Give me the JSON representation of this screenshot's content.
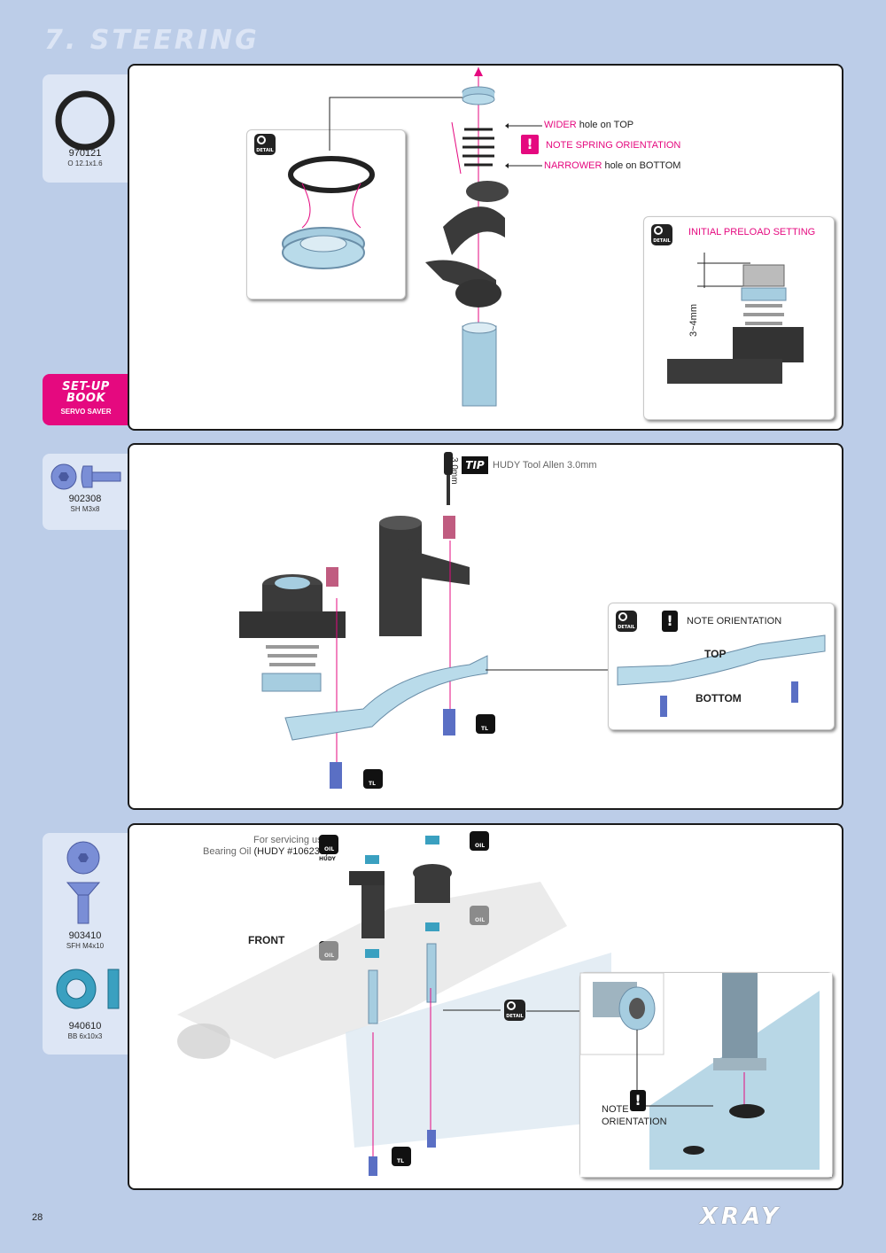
{
  "page": {
    "section_title": "7. STEERING",
    "page_number": "28",
    "brand": "XRAY"
  },
  "parts": [
    {
      "code": "970121",
      "desc": "O 12.1x1.6"
    },
    {
      "code": "902308",
      "desc": "SH M3x8"
    },
    {
      "code": "903410",
      "desc": "SFH M4x10"
    },
    {
      "code": "940610",
      "desc": "BB 6x10x3"
    }
  ],
  "setup_book": {
    "line1": "SET-UP",
    "line2": "BOOK",
    "caption": "SERVO SAVER"
  },
  "step1": {
    "wider_mag": "WIDER",
    "wider_rest": " hole on TOP",
    "note_spring": "NOTE SPRING ORIENTATION",
    "narrower_mag": "NARROWER",
    "narrower_rest": " hole on BOTTOM",
    "preload_title": "INITIAL PRELOAD SETTING",
    "preload_dim": "3~4mm",
    "detail_label": "DETAIL"
  },
  "step2": {
    "tip_label": "TIP",
    "tip_text": "HUDY Tool Allen 3.0mm",
    "tool_size": "3.0mm",
    "note_orientation": "NOTE ORIENTATION",
    "top": "TOP",
    "bottom": "BOTTOM",
    "tl": "TL"
  },
  "step3": {
    "service_line1": "For servicing use",
    "service_line2_a": "Bearing Oil ",
    "service_line2_b": "(HUDY #106230)",
    "oil": "OIL",
    "hudy": "HUDY",
    "front": "FRONT",
    "note": "NOTE",
    "orientation": "ORIENTATION",
    "tl": "TL"
  },
  "colors": {
    "accent": "#e5097f",
    "part_blue": "#a6cde0",
    "dark_part": "#3a3a3a",
    "screw_blue": "#5a6fc4",
    "page_bg": "#bccde8"
  }
}
